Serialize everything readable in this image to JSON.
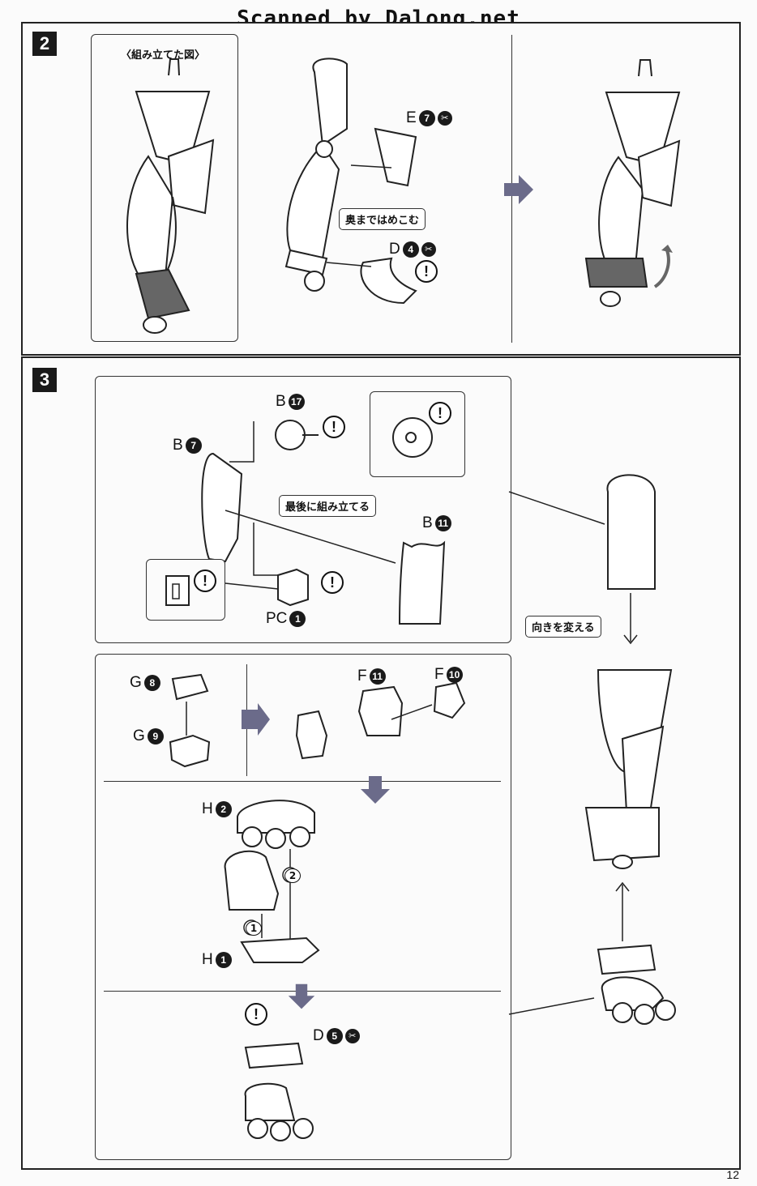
{
  "watermark": "Scanned by Dalong.net",
  "page_number": "12",
  "step2": {
    "number": "2",
    "assembled_caption": "〈組み立てた図〉",
    "parts": [
      {
        "letter": "E",
        "number": "7",
        "mark": "nipper-icon"
      },
      {
        "letter": "D",
        "number": "4",
        "mark": "nipper-icon"
      }
    ],
    "note_press_in": "奥まではめこむ",
    "caution_mark": "!"
  },
  "step3": {
    "number": "3",
    "upper_panel": {
      "parts": [
        {
          "letter": "B",
          "number": "17"
        },
        {
          "letter": "B",
          "number": "7"
        },
        {
          "letter": "B",
          "number": "11"
        },
        {
          "letter": "PC",
          "number": "1"
        }
      ],
      "note_assemble_last": "最後に組み立てる"
    },
    "lower_panel": {
      "parts": [
        {
          "letter": "G",
          "number": "8"
        },
        {
          "letter": "G",
          "number": "9"
        },
        {
          "letter": "F",
          "number": "11"
        },
        {
          "letter": "F",
          "number": "10"
        },
        {
          "letter": "H",
          "number": "2"
        },
        {
          "letter": "H",
          "number": "1"
        },
        {
          "letter": "D",
          "number": "5",
          "mark": "nipper-icon"
        }
      ],
      "order_marks": [
        "2",
        "1"
      ]
    },
    "note_change_direction": "向きを変える"
  }
}
